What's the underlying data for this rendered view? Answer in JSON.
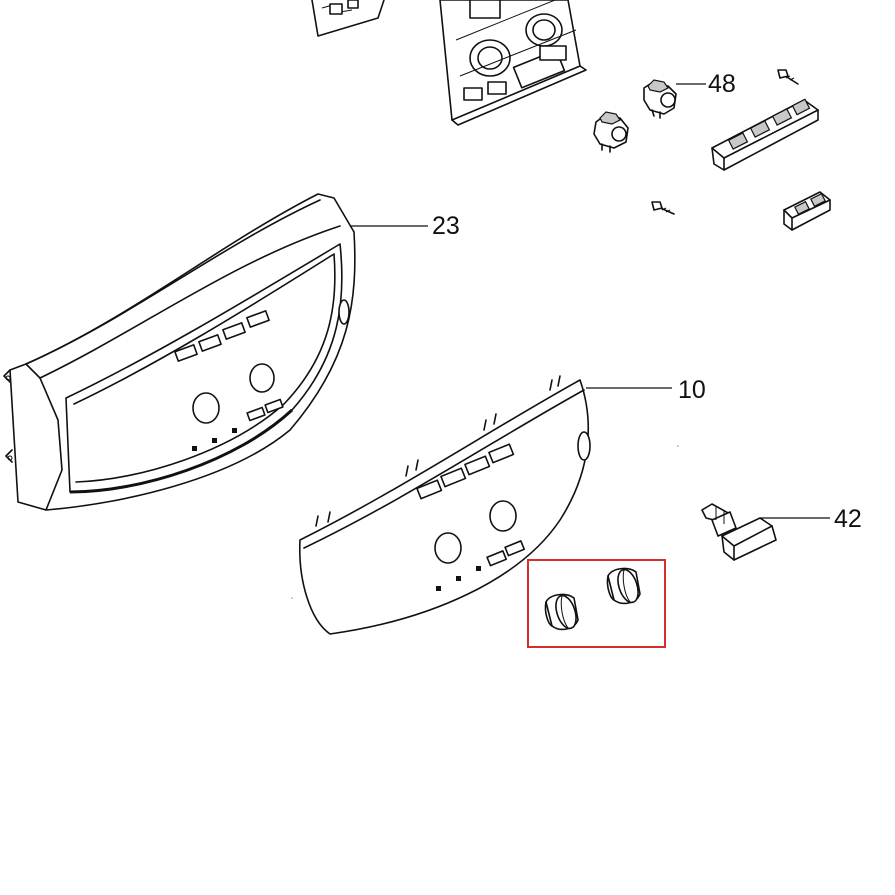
{
  "labels": {
    "part_48": "48",
    "part_23": "23",
    "part_10": "10",
    "part_42": "42"
  },
  "colors": {
    "line": "#111111",
    "background": "#ffffff",
    "highlight_box": "#d32f2f"
  },
  "highlight": {
    "target": "knob-pair"
  }
}
